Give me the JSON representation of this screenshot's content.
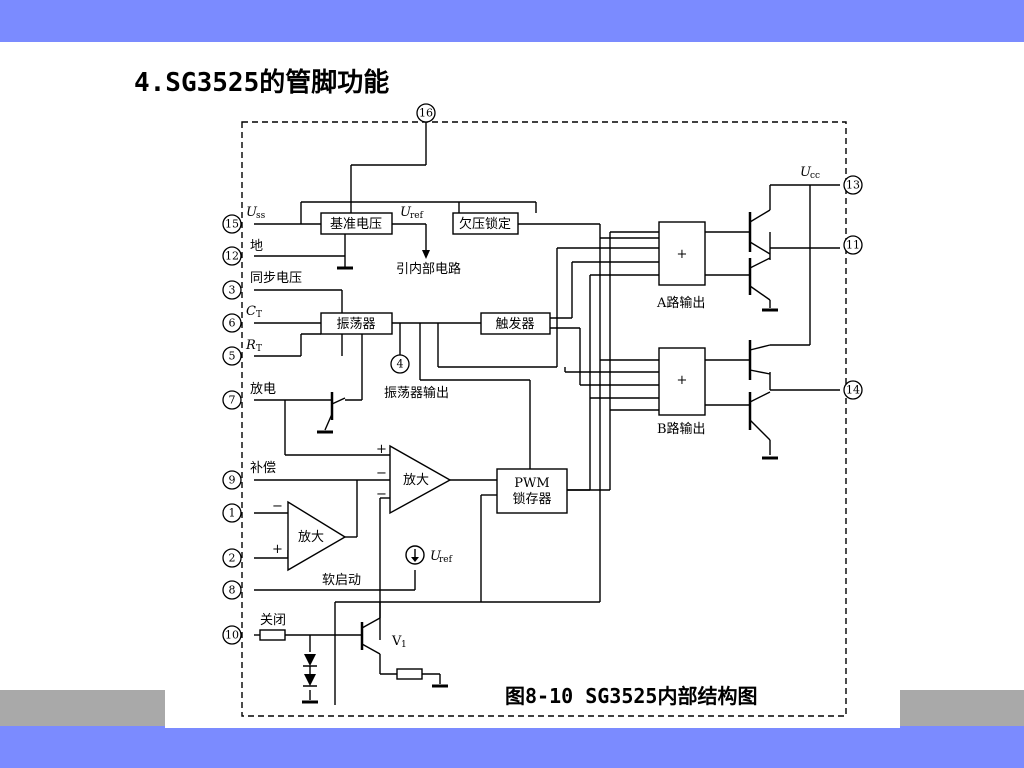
{
  "slide": {
    "title": "4.SG3525的管脚功能",
    "caption": "图8-10 SG3525内部结构图",
    "band_color": "#7b8bff"
  },
  "blocks": {
    "reference": "基准电压",
    "undervoltage": "欠压锁定",
    "oscillator": "振荡器",
    "trigger": "触发器",
    "pwm_line1": "PWM",
    "pwm_line2": "锁存器",
    "amp_main": "放大",
    "amp_error": "放大",
    "gate_a": "+",
    "gate_b": "+"
  },
  "pins": [
    {
      "num": "16",
      "label": ""
    },
    {
      "num": "15",
      "label": "U",
      "sub": "ss"
    },
    {
      "num": "12",
      "label": "地"
    },
    {
      "num": "3",
      "label": "同步电压"
    },
    {
      "num": "6",
      "label": "C",
      "sub": "T"
    },
    {
      "num": "5",
      "label": "R",
      "sub": "T"
    },
    {
      "num": "7",
      "label": "放电"
    },
    {
      "num": "9",
      "label": "补偿"
    },
    {
      "num": "1",
      "label": ""
    },
    {
      "num": "2",
      "label": ""
    },
    {
      "num": "8",
      "label": "软启动"
    },
    {
      "num": "10",
      "label": "关闭"
    },
    {
      "num": "13",
      "label": "U",
      "sub": "cc"
    },
    {
      "num": "11",
      "label": ""
    },
    {
      "num": "14",
      "label": ""
    },
    {
      "num": "4",
      "label": "振荡器输出"
    }
  ],
  "labels": {
    "uref_main": "U",
    "uref_sub": "ref",
    "internal_circuit": "引内部电路",
    "a_output": "A路输出",
    "b_output": "B路输出",
    "transistor_v1": "V",
    "transistor_v1_sub": "1",
    "plus": "+",
    "minus": "−"
  }
}
